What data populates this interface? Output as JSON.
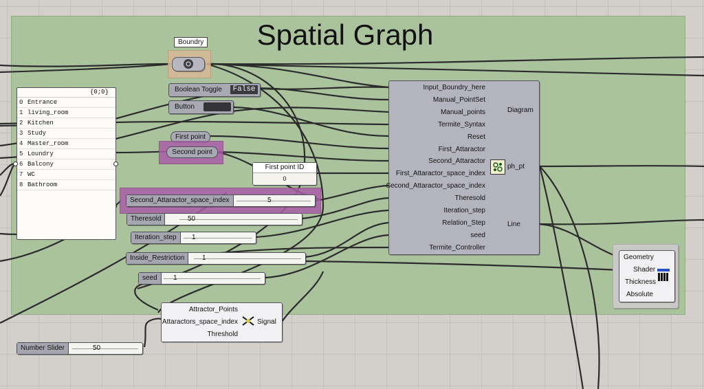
{
  "group": {
    "title": "Spatial Graph"
  },
  "boundry": {
    "bubble": "Boundry"
  },
  "boolean_toggle": {
    "label": "Boolean Toggle",
    "value": "False"
  },
  "button": {
    "label": "Button"
  },
  "first_point": {
    "label": "First point"
  },
  "second_point": {
    "label": "Second point"
  },
  "first_point_id": {
    "label": "First point ID",
    "value": "0"
  },
  "panel": {
    "header": "{0;0}",
    "rows": [
      {
        "idx": "0",
        "text": "Entrance"
      },
      {
        "idx": "1",
        "text": "living_room"
      },
      {
        "idx": "2",
        "text": "Kitchen"
      },
      {
        "idx": "3",
        "text": "Study"
      },
      {
        "idx": "4",
        "text": "Master_room"
      },
      {
        "idx": "5",
        "text": "Loundry"
      },
      {
        "idx": "6",
        "text": "Balcony"
      },
      {
        "idx": "7",
        "text": "WC"
      },
      {
        "idx": "8",
        "text": "Bathroom"
      }
    ]
  },
  "sliders": {
    "second_attaractor": {
      "label": "Second_Attaractor_space_index",
      "value": "5"
    },
    "theresold": {
      "label": "Theresold",
      "value": "50"
    },
    "iteration": {
      "label": "Iteration_step",
      "value": "1"
    },
    "inside": {
      "label": "Inside_Restriction",
      "value": "1"
    },
    "seed": {
      "label": "seed",
      "value": "1"
    },
    "number": {
      "label": "Number Slider",
      "value": "50"
    }
  },
  "main_component": {
    "inputs": [
      "Input_Boundry_here",
      "Manual_PointSet",
      "Manual_points",
      "Termite_Syntax",
      "Reset",
      "First_Attaractor",
      "Second_Attaractor",
      "First_Attaractor_space_index",
      "Second_Attaractor_space_index",
      "Theresold",
      "Iteration_step",
      "Relation_Step",
      "seed",
      "Termite_Controller"
    ],
    "outputs": {
      "diagram": "Diagram",
      "ph_pt": "ph_pt",
      "line": "Line"
    }
  },
  "signal_component": {
    "inputs": [
      "Attractor_Points",
      "Attaractors_space_index",
      "Threshold"
    ],
    "output": "Signal"
  },
  "preview_component": {
    "inputs": [
      "Geometry",
      "Shader",
      "Thickness",
      "Absolute"
    ]
  },
  "colors": {
    "group": "#a8c29a",
    "canvas": "#d3d0cb",
    "component": "#b7b7c0",
    "highlight": "#a85fa6"
  }
}
